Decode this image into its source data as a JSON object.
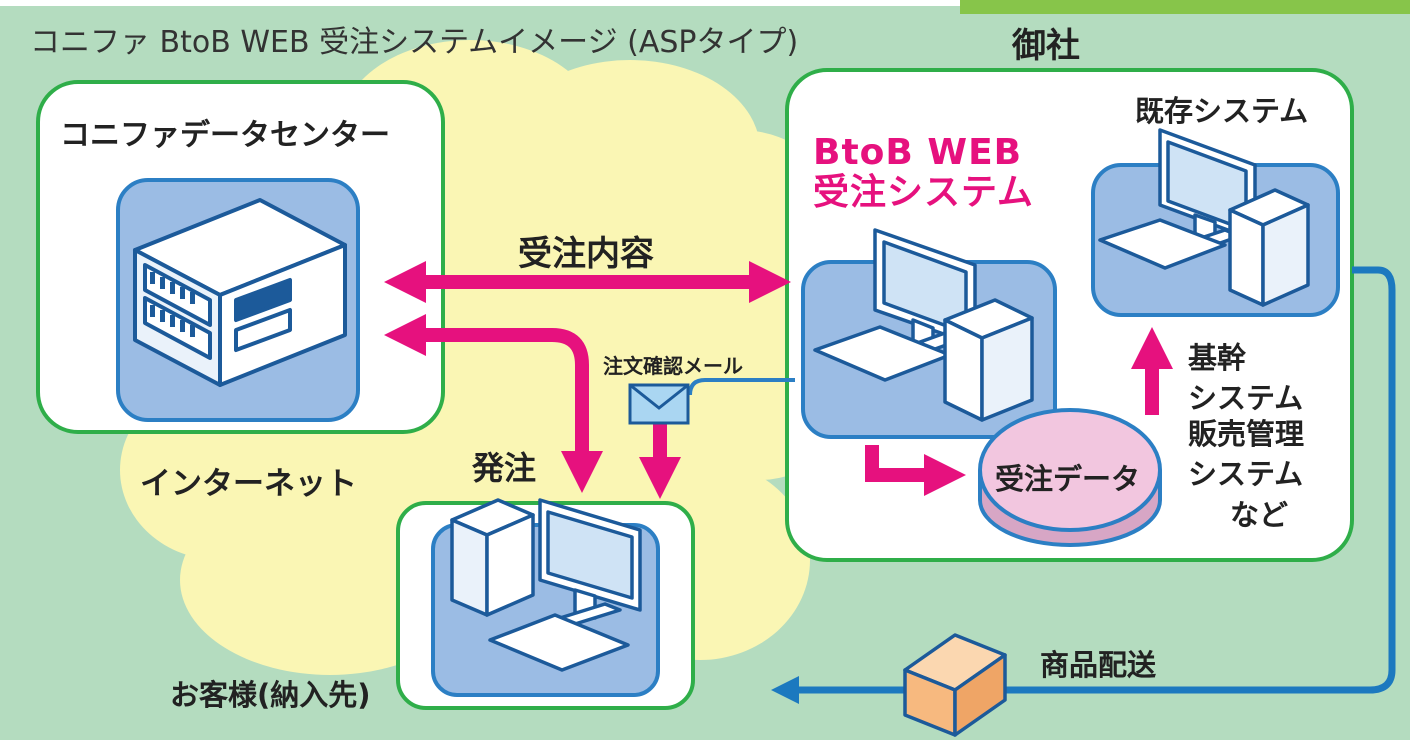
{
  "title": "コニファ  BtoB WEB 受注システムイメージ (ASPタイプ)",
  "company_label": "御社",
  "data_center_label": "コニファデータセンター",
  "existing_system_label": "既存システム",
  "btob_system_label": [
    "BtoB WEB",
    "受注システム"
  ],
  "order_contents_label": "受注内容",
  "order_confirm_mail_label": "注文確認メール",
  "order_label": "発注",
  "internet_label": "インターネット",
  "order_data_label": "受注データ",
  "core_system_label": [
    "基幹",
    "システム"
  ],
  "sales_system_label": [
    "販売管理",
    "システム"
  ],
  "etc_label": "など",
  "delivery_label": "商品配送",
  "customer_label": "お客様(納入先)",
  "colors": {
    "background": "#b4dcbf",
    "cloud": "#faf6b4",
    "box_border": "#2fae49",
    "panel": "#9bbce4",
    "panel_border": "#2c7fc4",
    "arrow": "#e6117e",
    "delivery_line": "#1c79bf",
    "disk": "#f2c6df",
    "package": "#f7b97f",
    "header_bar": "#87c54a"
  }
}
